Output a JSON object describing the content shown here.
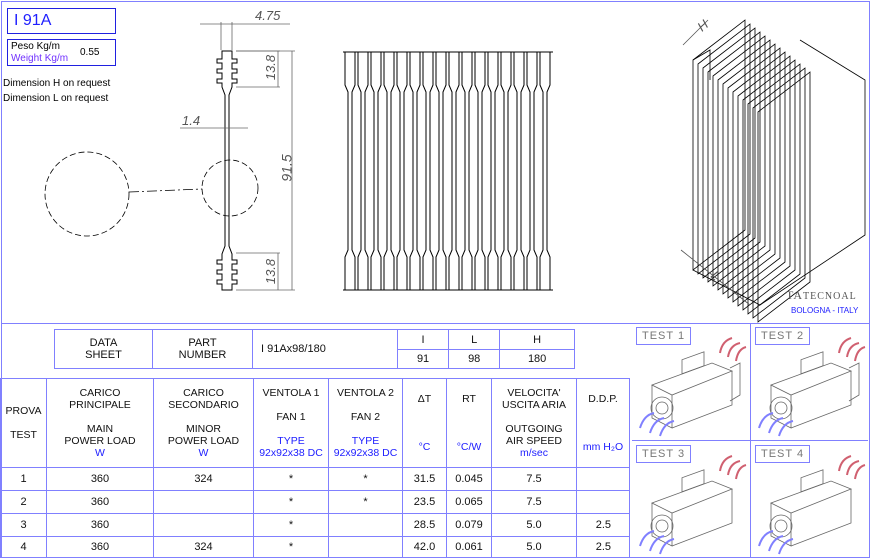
{
  "header": {
    "code": "I 91A",
    "weight_label_it": "Peso Kg/m",
    "weight_label_en": "Weight Kg/m",
    "weight_value": "0.55",
    "note_h": "Dimension H  on request",
    "note_l": "Dimension L on request"
  },
  "dimensions": {
    "width_top": "4.75",
    "comb_height_top": "13.8",
    "fin_thickness": "1.4",
    "total_height": "91.5",
    "comb_height_bottom": "13.8",
    "h_label": "H",
    "l_label": "L"
  },
  "logo": {
    "brand": "TECNOAL",
    "location": "BOLOGNA - ITALY"
  },
  "datasheet": {
    "label1": "DATA",
    "label2": "SHEET",
    "part_label1": "PART",
    "part_label2": "NUMBER",
    "part_number": "I 91Ax98/180",
    "dims": [
      {
        "h": "I",
        "v": "91"
      },
      {
        "h": "L",
        "v": "98"
      },
      {
        "h": "H",
        "v": "180"
      }
    ]
  },
  "table": {
    "headers": {
      "prova": "PROVA",
      "test": "TEST",
      "main_it1": "CARICO",
      "main_it2": "PRINCIPALE",
      "main_en1": "MAIN",
      "main_en2": "POWER LOAD",
      "main_unit": "W",
      "minor_it1": "CARICO",
      "minor_it2": "SECONDARIO",
      "minor_en1": "MINOR",
      "minor_en2": "POWER LOAD",
      "minor_unit": "W",
      "fan1_it": "VENTOLA 1",
      "fan1_en": "FAN 1",
      "fan1_type": "TYPE",
      "fan1_size": "92x92x38 DC",
      "fan2_it": "VENTOLA 2",
      "fan2_en": "FAN 2",
      "fan2_type": "TYPE",
      "fan2_size": "92x92x38 DC",
      "dt": "ΔT",
      "dt_unit": "°C",
      "rt": "RT",
      "rt_unit": "°C/W",
      "speed_it1": "VELOCITA'",
      "speed_it2": "USCITA  ARIA",
      "speed_en1": "OUTGOING",
      "speed_en2": "AIR SPEED",
      "speed_unit": "m/sec",
      "ddp": "D.D.P.",
      "ddp_unit": "mm H₂O"
    },
    "rows": [
      [
        "1",
        "360",
        "324",
        "*",
        "*",
        "31.5",
        "0.045",
        "7.5",
        ""
      ],
      [
        "2",
        "360",
        "",
        "*",
        "*",
        "23.5",
        "0.065",
        "7.5",
        ""
      ],
      [
        "3",
        "360",
        "",
        "*",
        "",
        "28.5",
        "0.079",
        "5.0",
        "2.5"
      ],
      [
        "4",
        "360",
        "324",
        "*",
        "",
        "42.0",
        "0.061",
        "5.0",
        "2.5"
      ]
    ]
  },
  "tests": [
    "TEST  1",
    "TEST  2",
    "TEST  3",
    "TEST  4"
  ]
}
